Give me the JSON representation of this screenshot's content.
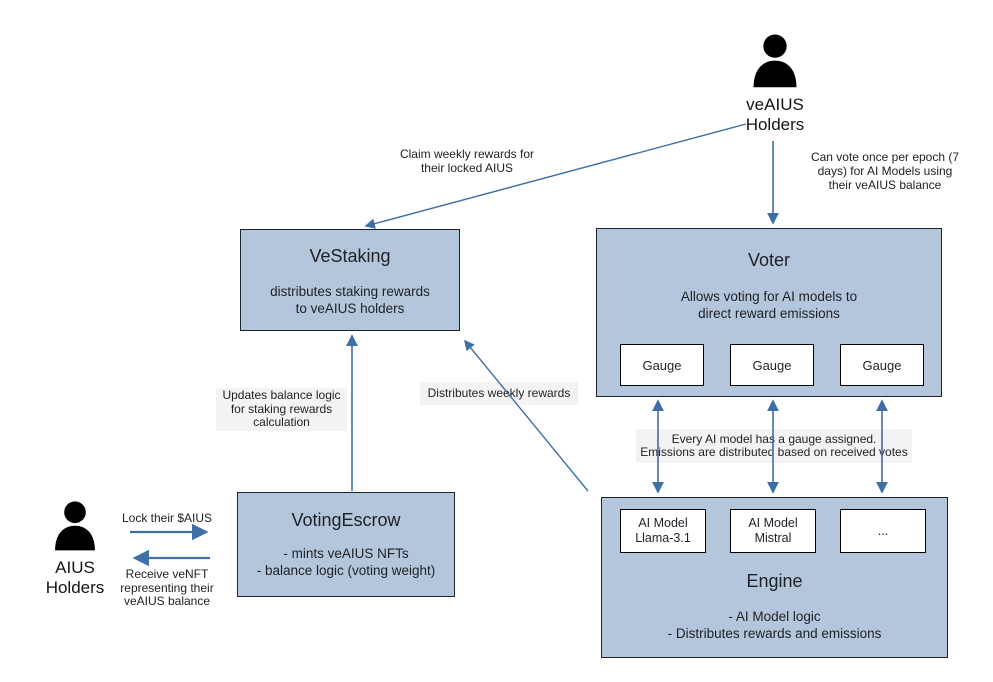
{
  "colors": {
    "box_fill": "#b4c6db",
    "box_border": "#1c2430",
    "inner_box_fill": "#ffffff",
    "arrow_blue": "#3e6fa5",
    "note_background": "#f2f2f2",
    "text": "#1d2126"
  },
  "actors": {
    "veaius_holders": {
      "label": "veAIUS Holders",
      "icon": "person-icon"
    },
    "aius_holders": {
      "label": "AIUS Holders",
      "icon": "person-icon"
    }
  },
  "boxes": {
    "vestaking": {
      "title": "VeStaking",
      "body": [
        "distributes staking rewards",
        "to veAIUS holders"
      ]
    },
    "voter": {
      "title": "Voter",
      "body": [
        "Allows voting for AI models to",
        "direct reward emissions"
      ],
      "gauges": [
        "Gauge",
        "Gauge",
        "Gauge"
      ]
    },
    "votingescrow": {
      "title": "VotingEscrow",
      "body": [
        "- mints veAIUS NFTs",
        "- balance logic (voting weight)"
      ]
    },
    "engine": {
      "title": "Engine",
      "body": [
        "- AI Model logic",
        "- Distributes rewards and emissions"
      ],
      "models": [
        {
          "lines": [
            "AI Model",
            "Llama-3.1"
          ]
        },
        {
          "lines": [
            "AI Model",
            "Mistral"
          ]
        },
        {
          "lines": [
            "..."
          ]
        }
      ]
    }
  },
  "edge_labels": {
    "claim_rewards": [
      "Claim weekly rewards for",
      "their locked AIUS"
    ],
    "can_vote": [
      "Can vote once per epoch (7",
      "days)  for AI Models using",
      "their veAIUS balance"
    ],
    "updates_balance": [
      "Updates balance logic",
      "for staking rewards",
      "calculation"
    ],
    "distributes_weekly": "Distributes weekly rewards",
    "gauge_note": [
      "Every AI model has a gauge assigned.",
      "Emissions are distributed based on received votes"
    ],
    "lock_aius": "Lock their $AIUS",
    "receive_venft": [
      "Receive veNFT",
      "representing their",
      "veAIUS balance"
    ]
  }
}
